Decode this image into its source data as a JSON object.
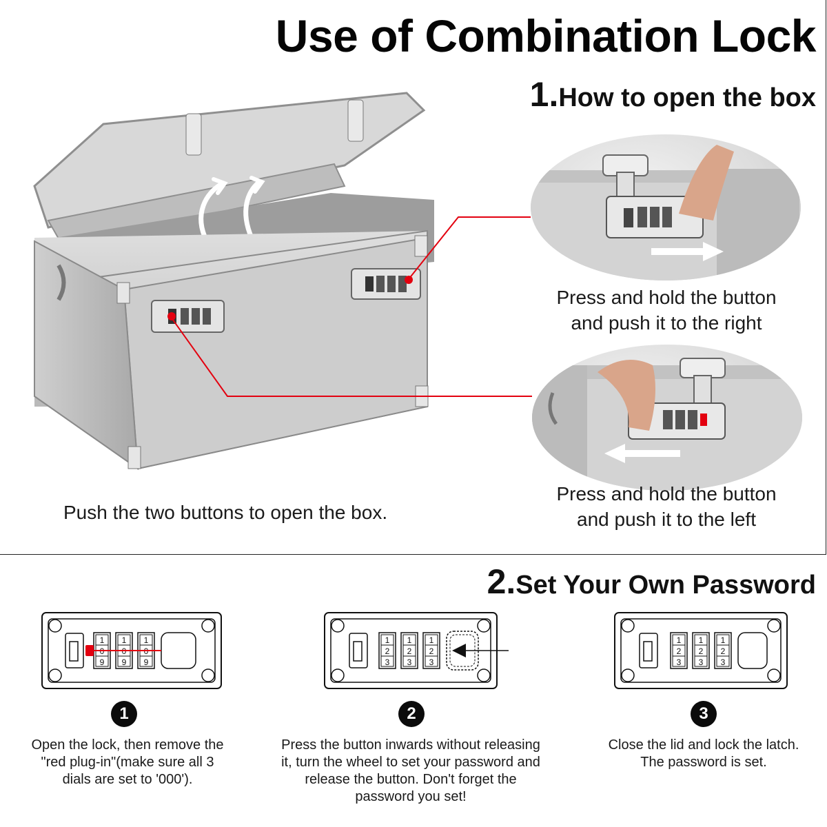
{
  "title": "Use of Combination Lock",
  "section1": {
    "number": "1.",
    "heading": "How to open the box",
    "box_caption": "Push the two buttons to open the box."
  },
  "callouts": [
    {
      "line1": "Press and hold the button",
      "line2": "and push it to the right"
    },
    {
      "line1": "Press and hold the button",
      "line2": "and push it to the left"
    }
  ],
  "section2": {
    "number": "2.",
    "heading": "Set Your Own Password"
  },
  "diagrams": [
    {
      "dials_top": [
        "1",
        "1",
        "1"
      ],
      "dials_mid": [
        "0",
        "0",
        "0"
      ],
      "dials_bot": [
        "9",
        "9",
        "9"
      ]
    },
    {
      "dials_top": [
        "1",
        "1",
        "1"
      ],
      "dials_mid": [
        "2",
        "2",
        "2"
      ],
      "dials_bot": [
        "3",
        "3",
        "3"
      ]
    },
    {
      "dials_top": [
        "1",
        "1",
        "1"
      ],
      "dials_mid": [
        "2",
        "2",
        "2"
      ],
      "dials_bot": [
        "3",
        "3",
        "3"
      ]
    }
  ],
  "steps": [
    {
      "marker": "1",
      "lines": [
        "Open the lock, then remove the",
        "\"red plug-in\"(make sure all 3",
        "dials are set to '000')."
      ]
    },
    {
      "marker": "2",
      "lines": [
        "Press the button inwards without releasing",
        "it, turn the wheel to set your password and",
        "release the button. Don't forget the",
        "password you set!"
      ]
    },
    {
      "marker": "3",
      "lines": [
        "Close the lid and lock the latch.",
        "The password is set."
      ]
    }
  ],
  "colors": {
    "accent": "#e3000f",
    "ink": "#111111",
    "metal": "#c9c9c9"
  }
}
